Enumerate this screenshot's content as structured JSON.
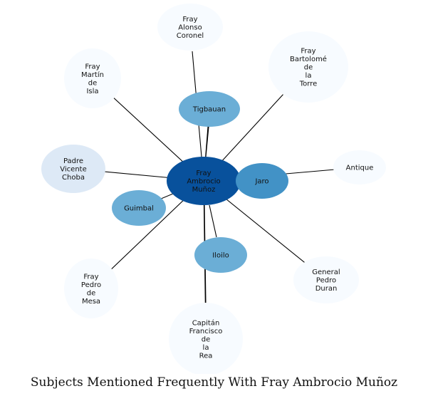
{
  "title": "Subjects Mentioned Frequently With Fray Ambrocio Muñoz",
  "colors": {
    "center": "#08519c",
    "place": "#6baed6",
    "place_strong": "#4292c6",
    "person_light": "#f7fbff",
    "person_mid": "#dde9f6",
    "edge": "#000000"
  },
  "nodes": [
    {
      "id": "center",
      "lines": [
        "Fray",
        "Ambrocio",
        "Muñoz"
      ],
      "color": "center"
    },
    {
      "id": "alonso",
      "lines": [
        "Fray",
        "Alonso",
        "Coronel"
      ],
      "color": "person_light"
    },
    {
      "id": "bartolome",
      "lines": [
        "Fray",
        "Bartolomé",
        "de",
        "la",
        "Torre"
      ],
      "color": "person_light"
    },
    {
      "id": "martin",
      "lines": [
        "Fray",
        "Martín",
        "de",
        "Isla"
      ],
      "color": "person_light"
    },
    {
      "id": "tigbauan",
      "lines": [
        "Tigbauan"
      ],
      "color": "place"
    },
    {
      "id": "antique",
      "lines": [
        "Antique"
      ],
      "color": "person_light"
    },
    {
      "id": "choba",
      "lines": [
        "Padre",
        "Vicente",
        "Choba"
      ],
      "color": "person_mid"
    },
    {
      "id": "jaro",
      "lines": [
        "Jaro"
      ],
      "color": "place_strong"
    },
    {
      "id": "guimbal",
      "lines": [
        "Guimbal"
      ],
      "color": "place"
    },
    {
      "id": "iloilo",
      "lines": [
        "Iloilo"
      ],
      "color": "place"
    },
    {
      "id": "duran",
      "lines": [
        "General",
        "Pedro",
        "Duran"
      ],
      "color": "person_light"
    },
    {
      "id": "mesa",
      "lines": [
        "Fray",
        "Pedro",
        "de",
        "Mesa"
      ],
      "color": "person_light"
    },
    {
      "id": "rea",
      "lines": [
        "Capitán",
        "Francisco",
        "de",
        "la",
        "Rea"
      ],
      "color": "person_light"
    }
  ],
  "edges": [
    [
      "center",
      "alonso"
    ],
    [
      "center",
      "bartolome"
    ],
    [
      "center",
      "martin"
    ],
    [
      "center",
      "tigbauan"
    ],
    [
      "center",
      "antique"
    ],
    [
      "center",
      "choba"
    ],
    [
      "center",
      "jaro"
    ],
    [
      "center",
      "guimbal"
    ],
    [
      "center",
      "iloilo"
    ],
    [
      "center",
      "duran"
    ],
    [
      "center",
      "mesa"
    ],
    [
      "center",
      "rea"
    ]
  ]
}
